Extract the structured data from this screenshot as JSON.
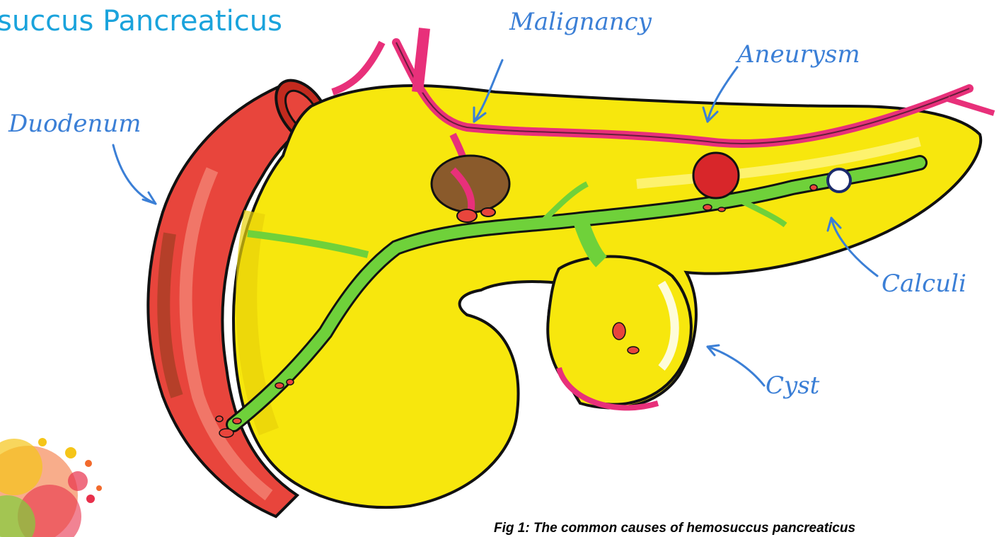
{
  "slide": {
    "title": "succus Pancreaticus",
    "title_color": "#1aa3dc"
  },
  "labels": {
    "duodenum": "Duodenum",
    "malignancy": "Malignancy",
    "aneurysm": "Aneurysm",
    "calculi": "Calculi",
    "cyst": "Cyst",
    "color": "#3b7fd6"
  },
  "caption": {
    "text": "Fig 1: The common causes of hemosuccus pancreaticus"
  },
  "colors": {
    "pancreas": "#f7e70d",
    "pancreas_shade": "#e8d10a",
    "duct": "#6fd13a",
    "vessel": "#e8307a",
    "duodenum": "#e8453c",
    "outline": "#111111"
  }
}
